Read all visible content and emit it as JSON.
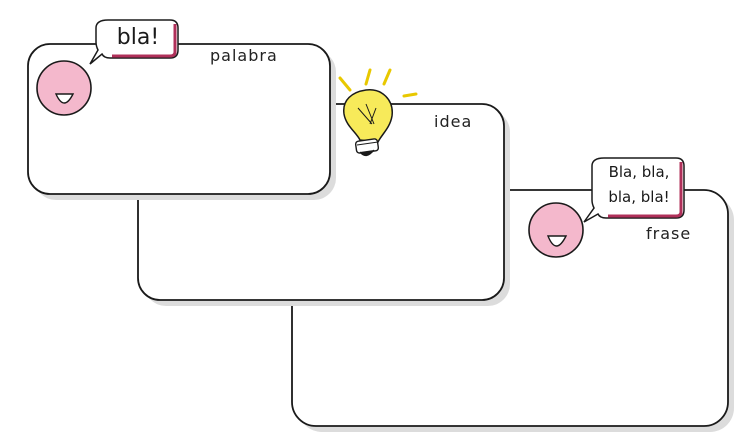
{
  "cards": {
    "palabra": {
      "label": "palabra",
      "bubble": "bla!"
    },
    "idea": {
      "label": "idea"
    },
    "frase": {
      "label": "frase",
      "bubble_line1": "Bla, bla,",
      "bubble_line2": "bla, bla!"
    }
  },
  "colors": {
    "outline": "#1a1a1a",
    "shadow": "#d6d6d6",
    "face": "#f4b8cc",
    "bubble_accent": "#b0305a",
    "bulb": "#f7ea5a",
    "bulb_stroke": "#c9a600"
  },
  "icons": {
    "face": "smiling-face-icon",
    "bulb": "lightbulb-icon",
    "bubble": "speech-bubble-icon"
  }
}
